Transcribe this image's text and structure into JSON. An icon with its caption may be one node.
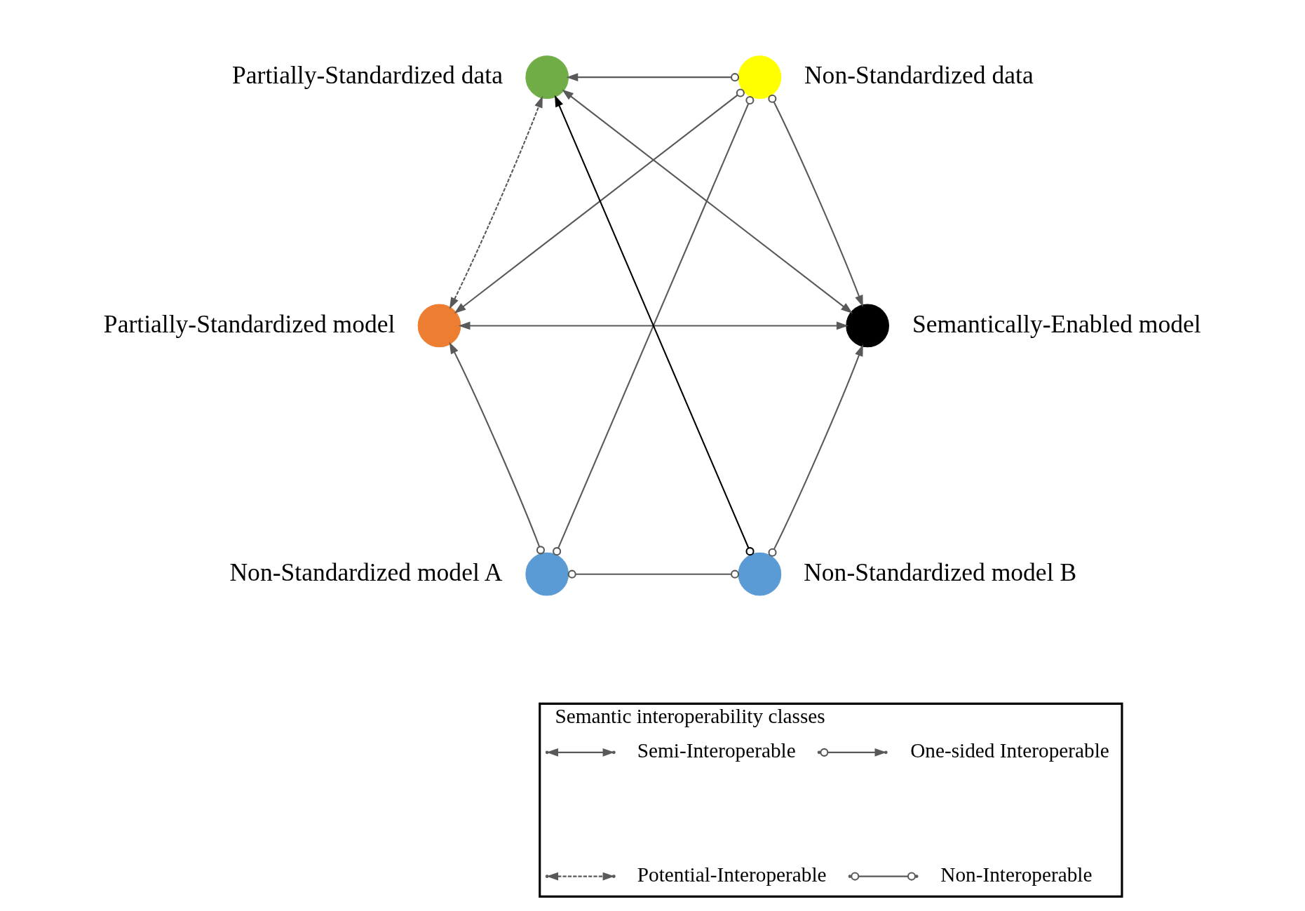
{
  "diagram": {
    "nodes": [
      {
        "text": [],
        "shape": "circle",
        "beside": [
          "Partially-Standardized data"
        ]
      },
      {
        "text": [],
        "shape": "circle",
        "beside": [
          "Non-Standardized data"
        ]
      },
      {
        "text": [],
        "shape": "circle",
        "beside": [
          "Partially-Standardized model"
        ]
      },
      {
        "text": [],
        "shape": "circle",
        "beside": [
          "Semantically-Enabled model"
        ]
      },
      {
        "text": [],
        "shape": "circle",
        "beside": [
          "Non-Standardized model A"
        ]
      },
      {
        "text": [],
        "shape": "circle",
        "beside": [
          "Non-Standardized model B"
        ]
      },
      {
        "text": [
          "Semantic interoperability classes"
        ]
      }
    ],
    "edges": [
      {
        "from": 1,
        "to": 0,
        "arrow": "to"
      },
      {
        "from": 1,
        "to": 2,
        "arrow": "to"
      },
      {
        "from": 1,
        "to": 4,
        "arrow": "other"
      },
      {
        "from": 1,
        "to": 3,
        "arrow": "to"
      },
      {
        "from": 0,
        "to": 3,
        "arrow": "both"
      },
      {
        "from": 2,
        "to": 3,
        "arrow": "both"
      },
      {
        "from": 2,
        "to": 0,
        "arrow": "both",
        "style": "dashed"
      },
      {
        "from": 5,
        "to": 0,
        "arrow": "to",
        "color": "#000000"
      },
      {
        "from": 4,
        "to": 2,
        "arrow": "to"
      },
      {
        "from": 5,
        "to": 3,
        "arrow": "to"
      },
      {
        "from": 4,
        "to": 5,
        "arrow": "other"
      }
    ],
    "legend": [
      {
        "text": "Semi-Interoperable"
      },
      {
        "text": "Potential-Interoperable"
      },
      {
        "text": "One-sided Interoperable"
      },
      {
        "text": "Non-Interoperable"
      }
    ]
  }
}
